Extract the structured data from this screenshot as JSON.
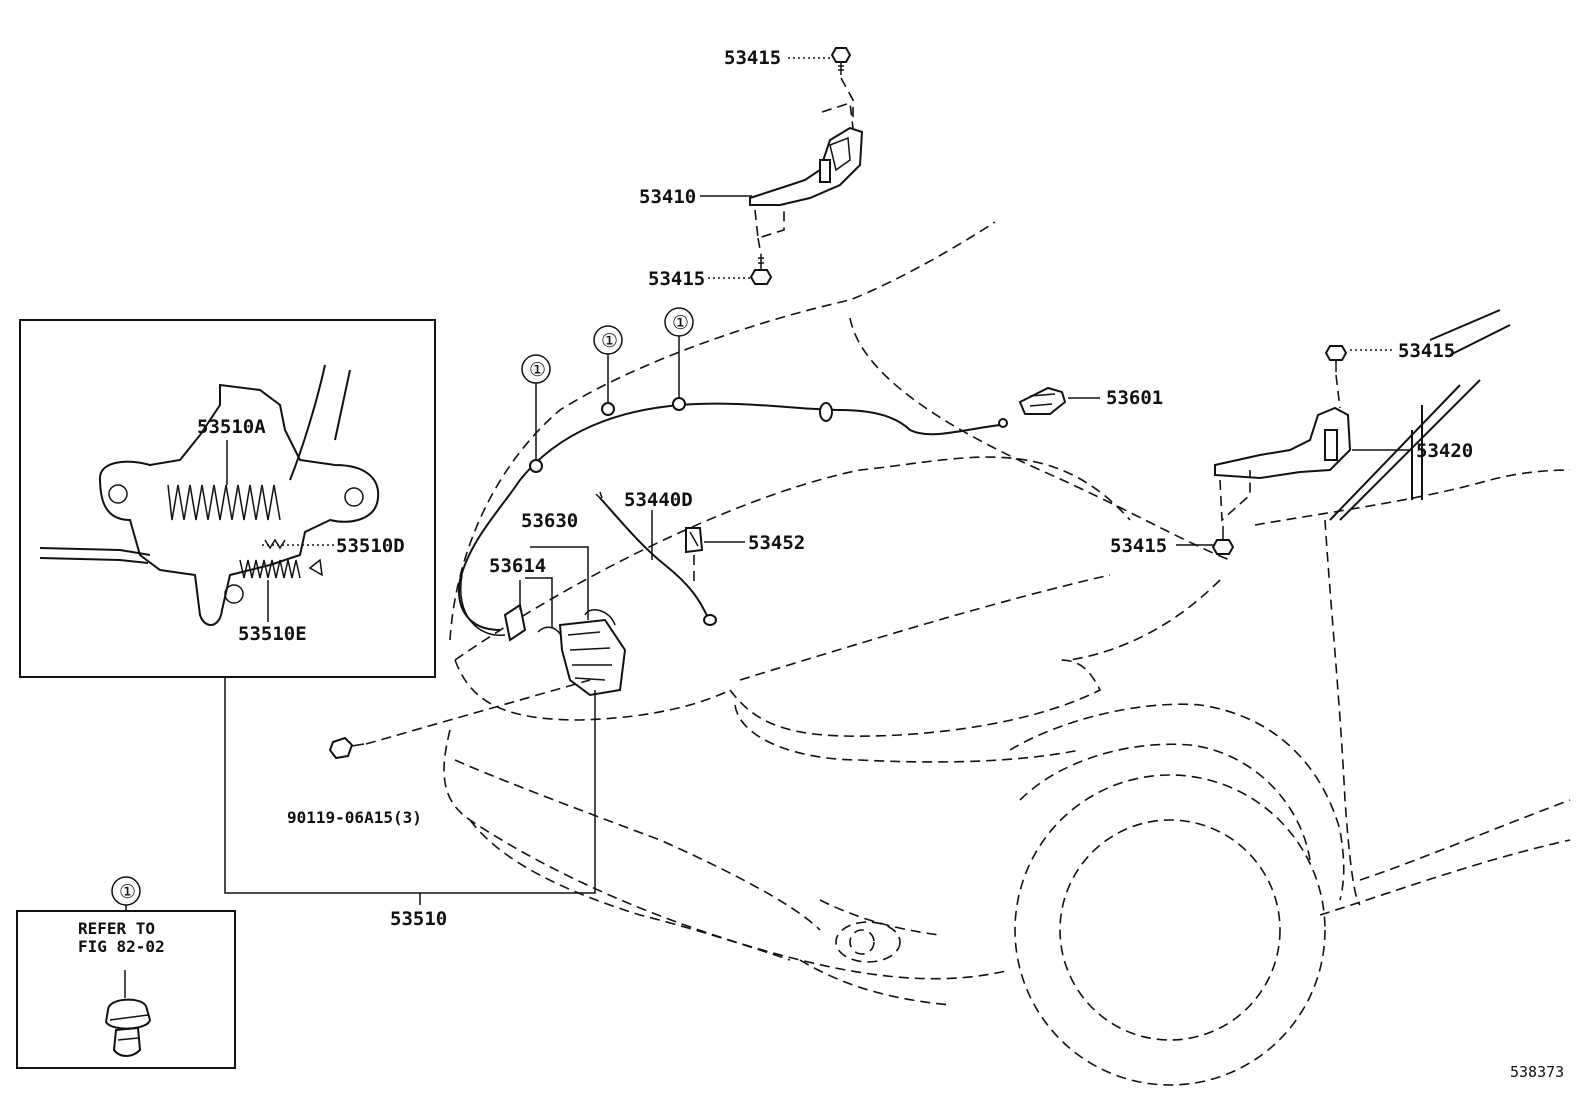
{
  "diagram": {
    "figure_number": "538373",
    "labels": {
      "hinge_bolt_top": "53415",
      "hinge_lh": "53410",
      "hinge_bolt_lh_lower": "53415",
      "hinge_bolt_rh_upper": "53415",
      "hinge_rh": "53420",
      "hinge_bolt_rh_lower": "53415",
      "release_lever": "53601",
      "lock_wire": "53440D",
      "wire_clamp": "53452",
      "lock_assy": "53630",
      "lock_cover": "53614",
      "detail_spring_a": "53510A",
      "detail_spring_d": "53510D",
      "detail_spring_e": "53510E",
      "bolt": "90119-06A15(3)",
      "lock_assembly": "53510"
    },
    "callouts": [
      "①",
      "①",
      "①",
      "①"
    ],
    "reference": {
      "callout": "①",
      "line1": "REFER TO",
      "line2": "FIG 82-02"
    }
  }
}
